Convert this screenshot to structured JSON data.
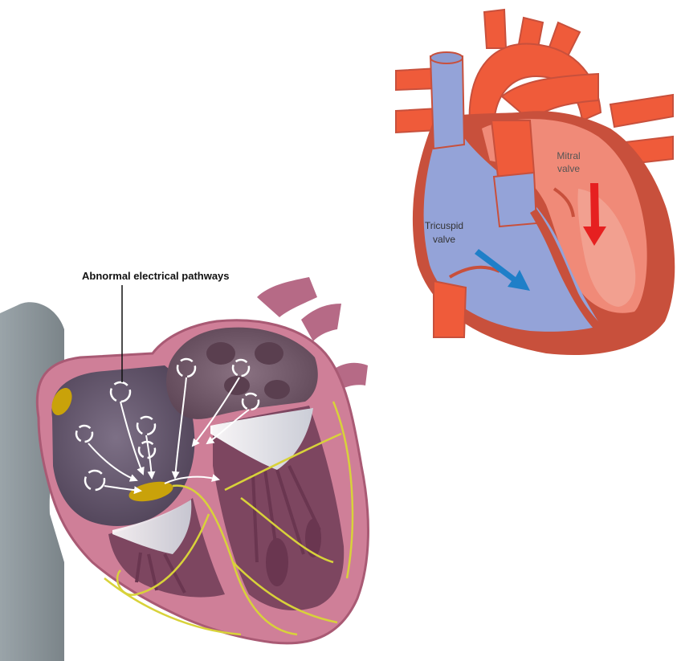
{
  "diagram_right": {
    "labels": {
      "mitral_line1": "Mitral",
      "mitral_line2": "valve",
      "tricuspid_line1": "Tricuspid",
      "tricuspid_line2": "valve"
    },
    "colors": {
      "vessel_red": "#ef5b3a",
      "left_chambers": "#f08a78",
      "right_chambers": "#94a3d8",
      "myocardium": "#c8503c",
      "arrow_blue": "#1f7fc8",
      "arrow_red": "#e62020"
    }
  },
  "diagram_left": {
    "labels": {
      "pathways": "Abnormal electrical pathways"
    },
    "colors": {
      "wall": "#cf7f98",
      "chamber": "#66576e",
      "nodes": "#c9a20a",
      "purkinje": "#d8d23a",
      "vessel": "#8d979c"
    }
  }
}
